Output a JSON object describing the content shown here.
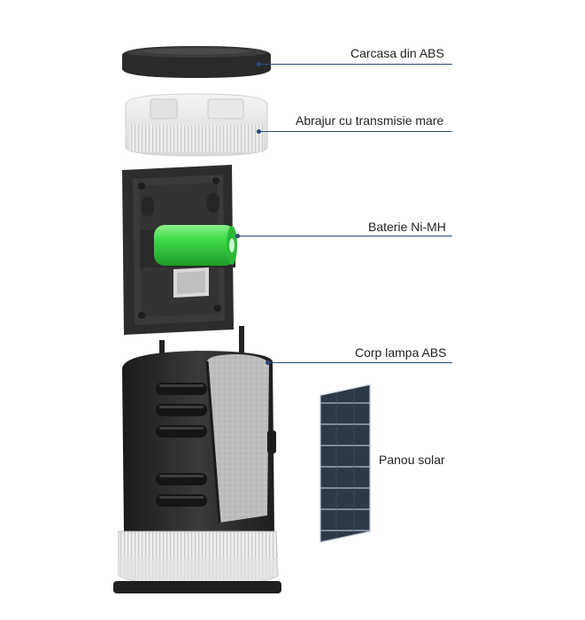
{
  "labels": {
    "top_cover": "Carcasa din ABS",
    "lampshade": "Abrajur cu transmisie mare",
    "battery": "Baterie Ni-MH",
    "lamp_body": "Corp lampa ABS",
    "solar_panel": "Panou solar"
  },
  "colors": {
    "leader_line": "#2b4a7a",
    "housing": "#2b2b2b",
    "battery": "#3bd24a",
    "panel": "#2f3a4a"
  }
}
